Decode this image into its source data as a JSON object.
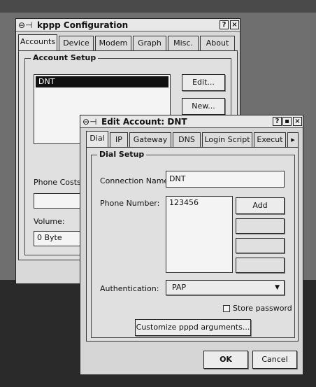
{
  "kppp": {
    "title": "kppp Configuration",
    "title_icon": "network-icon",
    "help_symbol": "?",
    "close_symbol": "×",
    "tabs": [
      "Accounts",
      "Device",
      "Modem",
      "Graph",
      "Misc.",
      "About"
    ],
    "group_title": "Account Setup",
    "accounts": [
      "DNT"
    ],
    "edit_label": "Edit...",
    "new_label": "New...",
    "phone_costs_label": "Phone Costs:",
    "volume_label": "Volume:",
    "volume_value": "0 Byte"
  },
  "edit": {
    "title": "Edit Account: DNT",
    "title_icon": "network-icon",
    "help_symbol": "?",
    "max_symbol": "▪",
    "close_symbol": "×",
    "tabs": [
      "Dial",
      "IP",
      "Gateway",
      "DNS",
      "Login Script",
      "Execut"
    ],
    "tab_scroll_symbol": "▸",
    "group_title": "Dial Setup",
    "connection_name_label": "Connection Name:",
    "connection_name_value": "DNT",
    "phone_number_label": "Phone Number:",
    "phone_numbers": [
      "123456"
    ],
    "add_label": "Add",
    "authentication_label": "Authentication:",
    "authentication_value": "PAP",
    "store_password_label": "Store password",
    "customize_label": "Customize pppd arguments...",
    "ok_label": "OK",
    "cancel_label": "Cancel"
  }
}
